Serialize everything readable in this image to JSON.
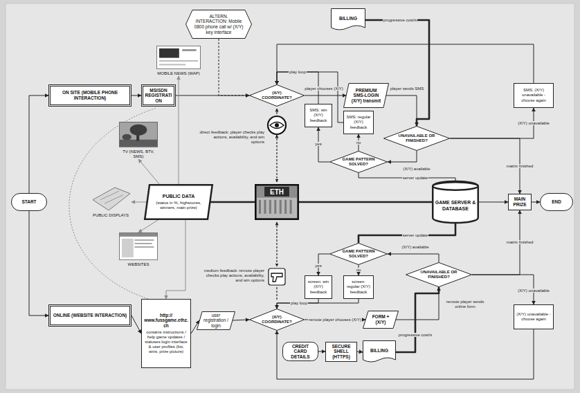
{
  "diagram": {
    "nodes": [
      {
        "text": [
          "START"
        ]
      },
      {
        "text": [
          "ON SITE (MOBILE PHONE INTERACTION)"
        ]
      },
      {
        "text": [
          "MSISDN REGISTRATION"
        ]
      },
      {
        "text": [
          "ALTERN. INTERACTION: Mobile 0800 phone call w/ (X/Y) key interface"
        ]
      },
      {
        "text": [
          "(X/Y) COORDINATE?"
        ]
      },
      {
        "text": [
          "BILLING"
        ]
      },
      {
        "text": [
          "PREMIUM SMS-LOGIN (X/Y) transmit"
        ]
      },
      {
        "text": [
          "SMS: (X/Y) unavailable - choose again"
        ]
      },
      {
        "text": [
          "SMS: win (X/Y) feedback"
        ]
      },
      {
        "text": [
          "SMS: regular (X/Y) feedback"
        ]
      },
      {
        "text": [
          "UNAVAILABLE OR FINISHED?"
        ]
      },
      {
        "text": [
          "GAME PATTERN SOLVED?"
        ]
      },
      {
        "text": [
          "PUBLIC DATA",
          "(status in %, highscores, winners, main prize)"
        ]
      },
      {
        "text": [
          "ETH"
        ]
      },
      {
        "text": [
          "GAME SERVER & DATABASE"
        ]
      },
      {
        "text": [
          "MAIN PRIZE"
        ]
      },
      {
        "text": [
          "END"
        ]
      },
      {
        "text": [
          "GAME PATTERN SOLVED?"
        ]
      },
      {
        "text": [
          "UNAVAILABLE OR FINISHED?"
        ]
      },
      {
        "text": [
          "screen: win (X/Y) feedback"
        ]
      },
      {
        "text": [
          "screen: regular (X/Y) feedback"
        ]
      },
      {
        "text": [
          "ONLINE (WEBSITE INTERACTION)"
        ]
      },
      {
        "text": [
          "http:// www.fussgame.ethz.ch",
          "contains instructions / help game updates / statuses login interface & user profiles (list, wins, prize picture)"
        ]
      },
      {
        "text": [
          "user registration / login"
        ]
      },
      {
        "text": [
          "(X/Y) COORDINATE?"
        ]
      },
      {
        "text": [
          "FORM + (X/Y)"
        ]
      },
      {
        "text": [
          "(X/Y) unavailable - choose again"
        ]
      },
      {
        "text": [
          "CREDIT CARD DETAILS"
        ]
      },
      {
        "text": [
          "SECURE SHELL (HTTPS)"
        ]
      },
      {
        "text": [
          "BILLING"
        ]
      },
      {
        "text": [
          "MOBILE NEWS (WAP)"
        ]
      },
      {
        "text": [
          "TV (NEWS, BTV, SMS)"
        ]
      },
      {
        "text": [
          "PUBLIC DISPLAYS"
        ]
      },
      {
        "text": [
          "WEBSITES"
        ]
      }
    ],
    "edges": [
      {
        "from": 0,
        "to": 1,
        "arrow": "to"
      },
      {
        "from": 0,
        "to": 21,
        "arrow": "to"
      },
      {
        "from": 1,
        "to": 2,
        "arrow": "to"
      },
      {
        "from": 2,
        "to": 4,
        "arrow": "to"
      },
      {
        "from": 3,
        "to": 4,
        "arrow": "to"
      },
      {
        "from": 4,
        "to": 6,
        "label": "player chooses (X/Y)",
        "arrow": "to"
      },
      {
        "from": 6,
        "to": 10,
        "label": "player sends SMS",
        "arrow": "to"
      },
      {
        "from": 5,
        "to": 10,
        "label": "progressive cost/s",
        "arrow": "none"
      },
      {
        "from": 10,
        "to": 7,
        "label": "(X/Y) unavailable",
        "arrow": "to"
      },
      {
        "from": 7,
        "to": 4,
        "arrow": "to"
      },
      {
        "from": 10,
        "to": 15,
        "label": "matrix finished",
        "arrow": "to"
      },
      {
        "from": 10,
        "to": 11,
        "label": "(X/Y) available",
        "arrow": "to"
      },
      {
        "from": 11,
        "to": 8,
        "label": "yes",
        "arrow": "to"
      },
      {
        "from": 11,
        "to": 9,
        "label": "no",
        "arrow": "to"
      },
      {
        "from": 8,
        "to": 4,
        "label": "play loop",
        "arrow": "to"
      },
      {
        "from": 9,
        "to": 4,
        "arrow": "to"
      },
      {
        "from": 14,
        "to": 11,
        "label": "server update",
        "arrow": "none"
      },
      {
        "from": 12,
        "to": 13,
        "arrow": "none"
      },
      {
        "from": 13,
        "to": 14,
        "arrow": "none"
      },
      {
        "from": 14,
        "to": 15,
        "arrow": "to"
      },
      {
        "from": 15,
        "to": 16,
        "arrow": "to"
      },
      {
        "from": 12,
        "to": 30,
        "arrow": "to"
      },
      {
        "from": 12,
        "to": 31,
        "arrow": "to"
      },
      {
        "from": 12,
        "to": 32,
        "arrow": "to"
      },
      {
        "from": 12,
        "to": 33,
        "arrow": "to"
      },
      {
        "from": 12,
        "to": 22,
        "arrow": "to"
      },
      {
        "from": 14,
        "to": 17,
        "label": "server update",
        "arrow": "none"
      },
      {
        "from": 18,
        "to": 17,
        "label": "(X/Y) available",
        "arrow": "to"
      },
      {
        "from": 17,
        "to": 19,
        "label": "yes",
        "arrow": "to"
      },
      {
        "from": 17,
        "to": 20,
        "label": "no",
        "arrow": "to"
      },
      {
        "from": 19,
        "to": 24,
        "label": "play loop",
        "arrow": "to"
      },
      {
        "from": 20,
        "to": 24,
        "arrow": "to"
      },
      {
        "from": 21,
        "to": 22,
        "arrow": "to"
      },
      {
        "from": 22,
        "to": 23,
        "arrow": "to"
      },
      {
        "from": 23,
        "to": 24,
        "arrow": "to"
      },
      {
        "from": 24,
        "to": 25,
        "label": "remote player chooses (X/Y)",
        "arrow": "to"
      },
      {
        "from": 25,
        "to": 18,
        "label": "remote player sends online form",
        "arrow": "to"
      },
      {
        "from": 27,
        "to": 28,
        "arrow": "to"
      },
      {
        "from": 28,
        "to": 29,
        "arrow": "to"
      },
      {
        "from": 29,
        "to": 18,
        "label": "progressive cost/s",
        "arrow": "none"
      },
      {
        "from": 18,
        "to": 26,
        "label": "(X/Y) unavailable",
        "arrow": "to"
      },
      {
        "from": 18,
        "to": 15,
        "label": "matrix finished",
        "arrow": "to"
      },
      {
        "from": 26,
        "to": 24,
        "arrow": "to"
      }
    ],
    "labels": [
      "direct feedback: player checks play actions, availability, and win options",
      "medium feedback: remote player checks play actions, availability, and win options"
    ]
  }
}
